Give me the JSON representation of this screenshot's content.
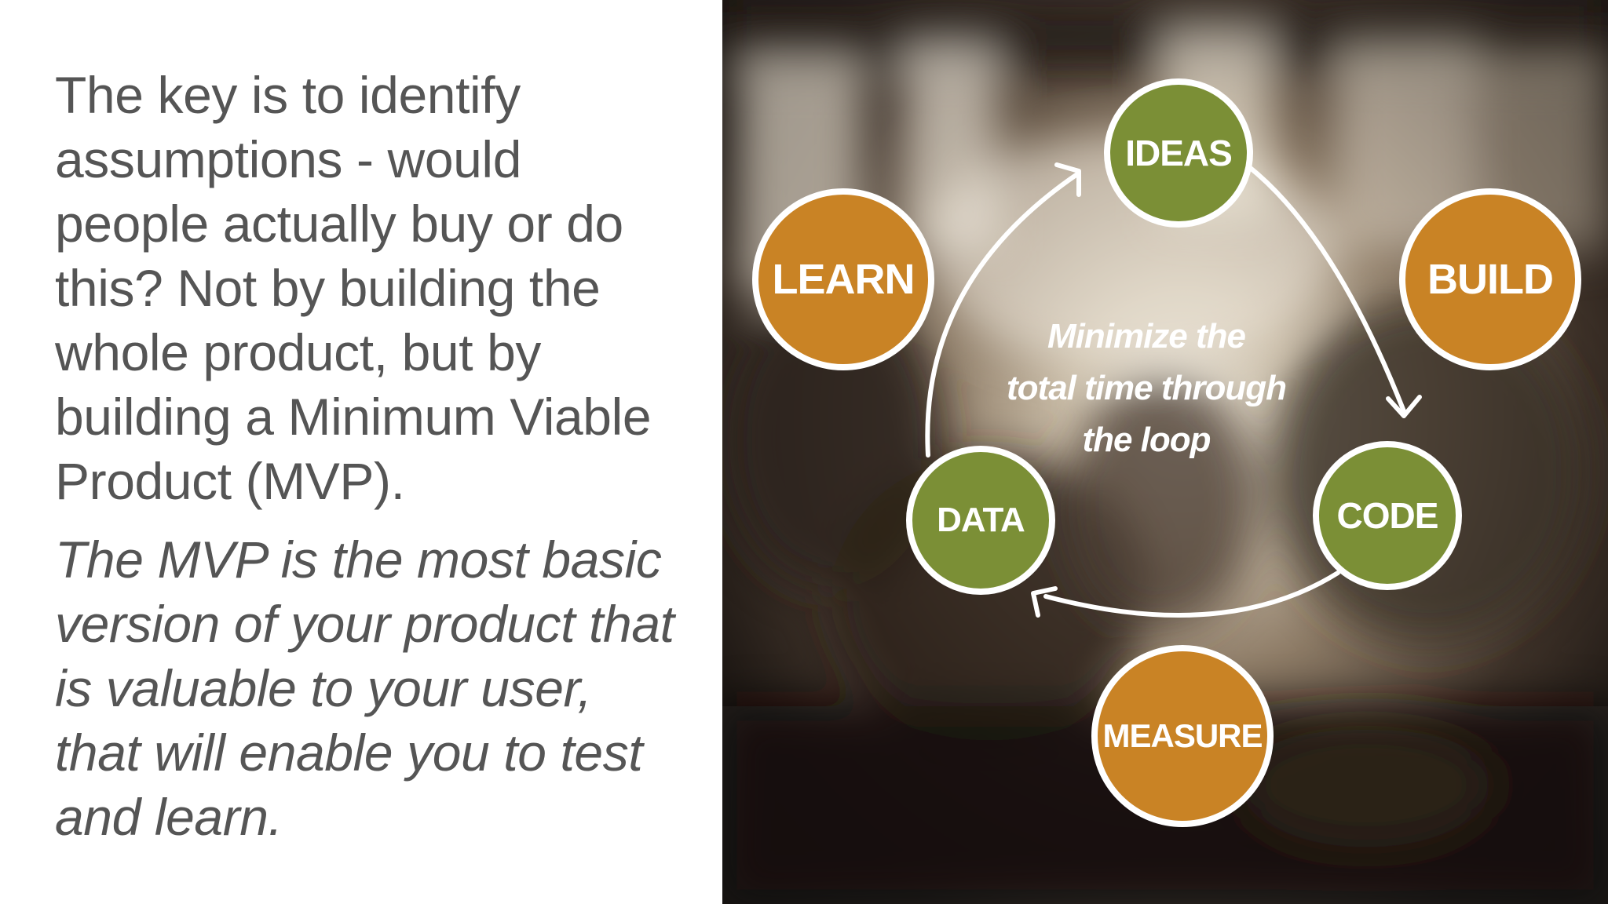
{
  "slide": {
    "paragraph_main": "The key is to identify assumptions - would people actually buy or do this? Not by building the whole product, but by building a Minimum Viable Product (MVP).",
    "paragraph_italic": "The MVP is the most basic version of your product that is valuable to your user, that will enable you to test and learn."
  },
  "diagram": {
    "nodes": {
      "ideas": "IDEAS",
      "build": "BUILD",
      "code": "CODE",
      "measure": "MEASURE",
      "data": "DATA",
      "learn": "LEARN"
    },
    "center_lines": [
      "Minimize the",
      "total time through",
      "the loop"
    ],
    "colors": {
      "green": "#7b8f36",
      "orange": "#c98325",
      "text": "#555555"
    }
  }
}
